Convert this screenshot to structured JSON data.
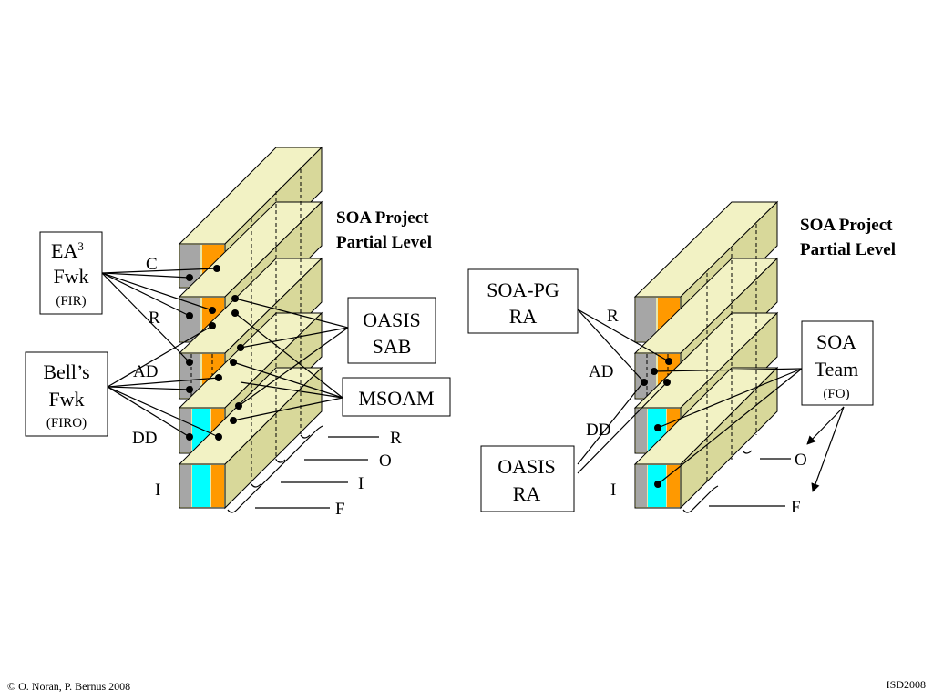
{
  "left_diagram": {
    "title": [
      "SOA Project",
      "Partial Level"
    ],
    "row_labels": [
      "C",
      "R",
      "AD",
      "DD",
      "I"
    ],
    "phase_labels": [
      "R",
      "O",
      "I",
      "F"
    ],
    "boxes": {
      "ea3": {
        "line1": "EA",
        "sup": "3",
        "line2": "Fwk",
        "line3": "(FIR)"
      },
      "bells": {
        "line1": "Bell’s",
        "line2": "Fwk",
        "line3": "(FIRO)"
      },
      "oasis_sab": {
        "line1": "OASIS",
        "line2": "SAB"
      },
      "msoam": {
        "line1": "MSOAM"
      }
    }
  },
  "right_diagram": {
    "title": [
      "SOA Project",
      "Partial Level"
    ],
    "row_labels": [
      "R",
      "AD",
      "DD",
      "I"
    ],
    "phase_labels": [
      "O",
      "F"
    ],
    "boxes": {
      "soa_pg": {
        "line1": "SOA-PG",
        "line2": "RA"
      },
      "oasis_ra": {
        "line1": "OASIS",
        "line2": "RA"
      },
      "soa_team": {
        "line1": "SOA",
        "line2": "Team",
        "line3": "(FO)"
      }
    }
  },
  "footer": {
    "left": "© O. Noran, P. Bernus 2008",
    "right": "ISD2008"
  },
  "colors": {
    "gray": "#a6a6a6",
    "orange": "#ff9900",
    "cyan": "#00ffff",
    "beige": "#e6e6ad"
  }
}
